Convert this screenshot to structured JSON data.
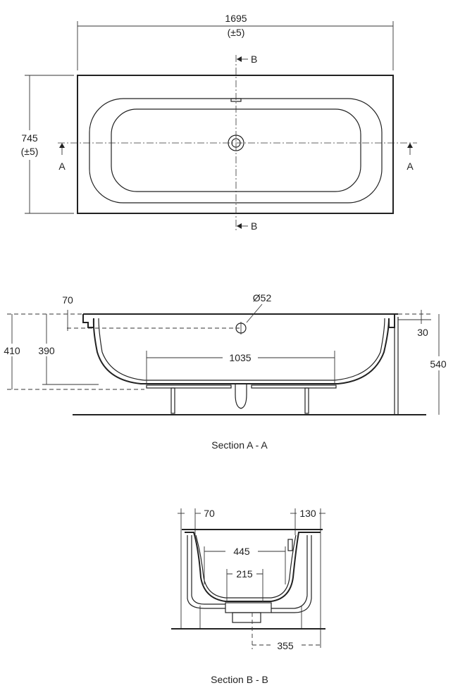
{
  "plan_view": {
    "length": "1695",
    "length_tol": "(±5)",
    "width": "745",
    "width_tol": "(±5)",
    "section_a_label": "A",
    "section_b_label": "B"
  },
  "section_a": {
    "caption": "Section A - A",
    "dim_rim_offset": "70",
    "dim_overflow": "Ø52",
    "dim_total_height": "410",
    "dim_inner_depth": "390",
    "dim_base_length": "1035",
    "dim_rim_thickness": "30",
    "dim_panel_height": "540"
  },
  "section_b": {
    "caption": "Section B - B",
    "dim_left_rim": "70",
    "dim_right_rim": "130",
    "dim_inner_width": "445",
    "dim_base_width": "215",
    "dim_waste_offset": "355"
  }
}
